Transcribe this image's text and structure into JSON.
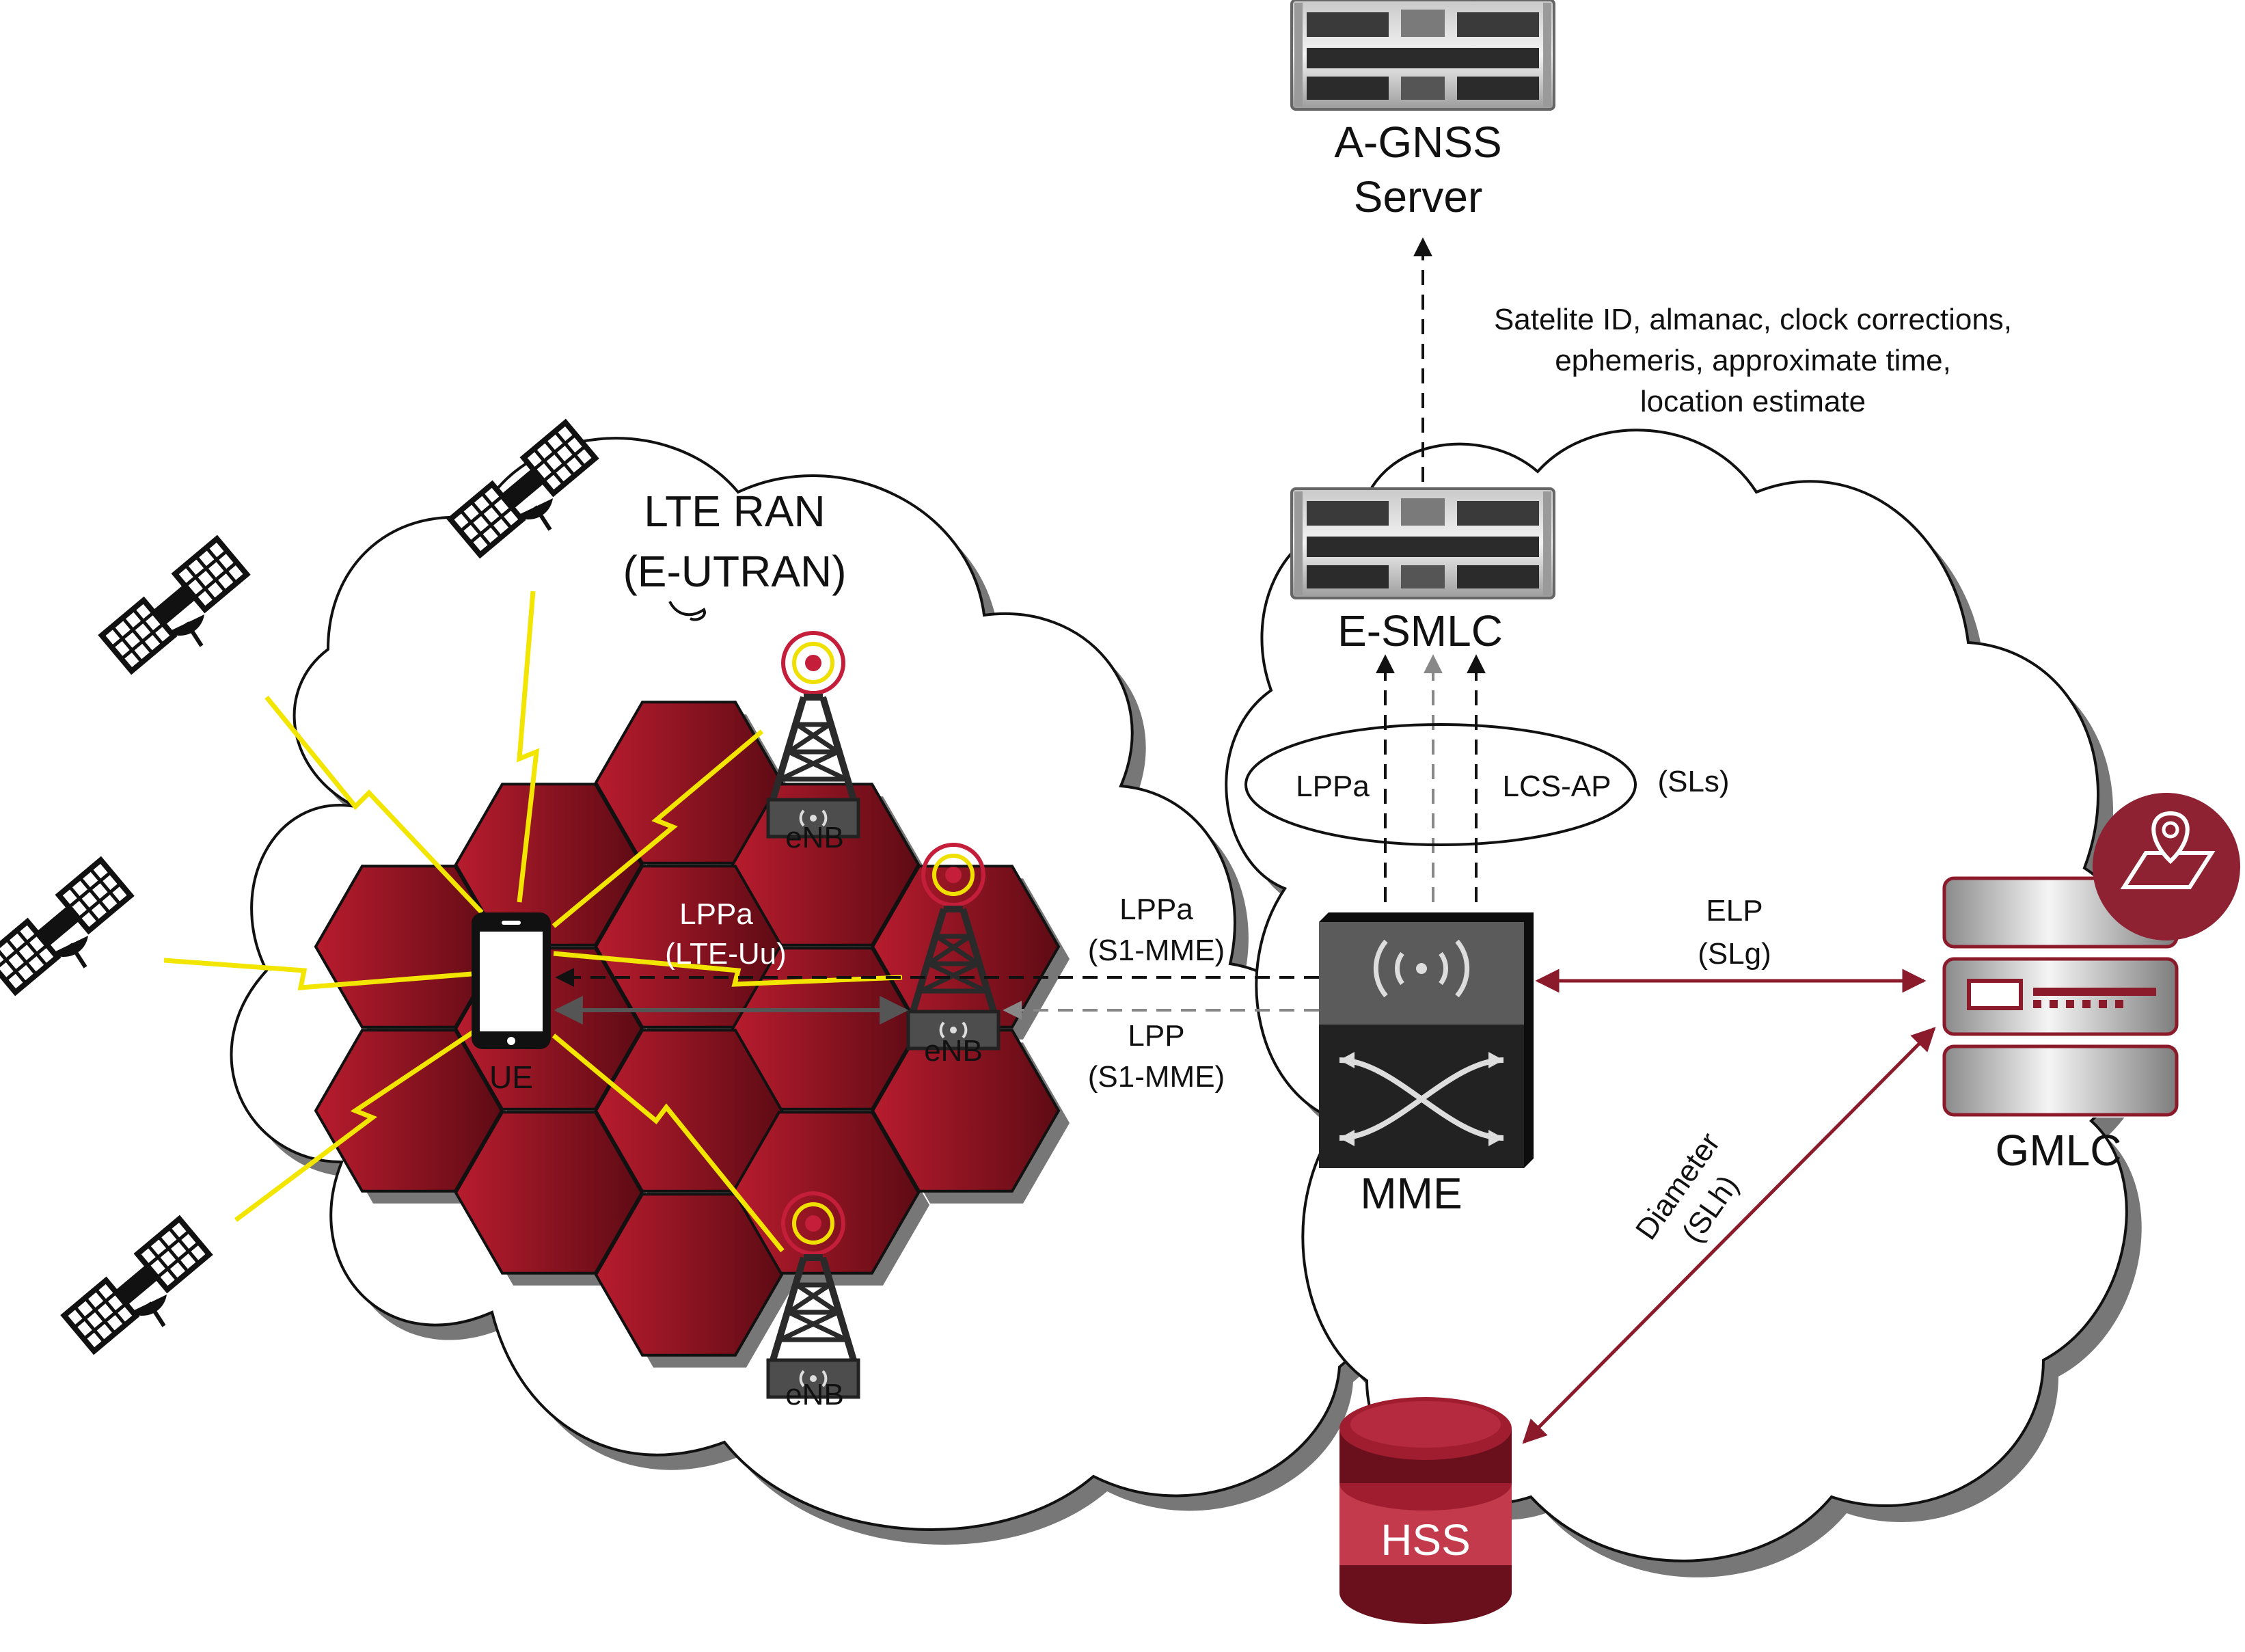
{
  "title": "",
  "labels": {
    "agnss_line1": "A-GNSS",
    "agnss_line2": "Server",
    "assist_line1": "Satelite ID, almanac, clock corrections,",
    "assist_line2": "ephemeris, approximate time,",
    "assist_line3": "location estimate",
    "ran_line1": "LTE RAN",
    "ran_line2": "(E-UTRAN)",
    "esmlc": "E-SMLC",
    "lppa_ellipse": "LPPa",
    "lcsap_ellipse": "LCS-AP",
    "sls": "(SLs)",
    "enb_top": "eNB",
    "enb_mid": "eNB",
    "enb_bottom": "eNB",
    "ue": "UE",
    "lppa_uu_line1": "LPPa",
    "lppa_uu_line2": "(LTE-Uu)",
    "lppa_s1_line1": "LPPa",
    "lppa_s1_line2": "(S1-MME)",
    "lpp_s1_line1": "LPP",
    "lpp_s1_line2": "(S1-MME)",
    "mme": "MME",
    "elp_line1": "ELP",
    "elp_line2": "(SLg)",
    "gmlc": "GMLC",
    "diameter_line1": "Diameter",
    "diameter_line2": "(SLh)",
    "hss": "HSS"
  },
  "colors": {
    "hex_dark": "#5e0b14",
    "hex_light": "#b81c2e",
    "lightning": "#f2e600",
    "accent_red": "#8b1a2b",
    "icon_badge": "#8e2233",
    "mme_top": "#595959",
    "mme_bottom": "#1e1e1e",
    "line_dark": "#111111",
    "line_gray": "#888888"
  },
  "icons": [
    "satellite-icon",
    "server-rack-icon",
    "cell-tower-icon",
    "smartphone-icon",
    "mme-switch-icon",
    "database-server-icon",
    "map-pin-icon",
    "database-cylinder-icon"
  ]
}
